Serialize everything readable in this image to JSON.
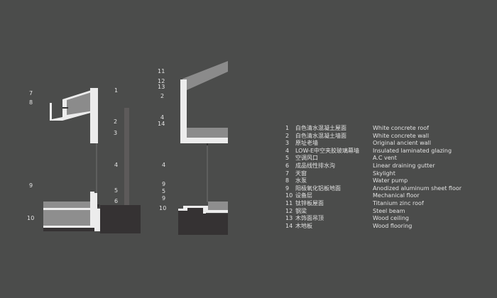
{
  "colors": {
    "background": "#4b4c4b",
    "wall_white": "#ececec",
    "fill_grey": "#8a8a8a",
    "ground_dark": "#353233",
    "ancient_wall": "#5d5a5a"
  },
  "left_section": {
    "callouts_left": [
      {
        "id": "7",
        "text": "7"
      },
      {
        "id": "8",
        "text": "8"
      },
      {
        "id": "9",
        "text": "9"
      },
      {
        "id": "10",
        "text": "10"
      }
    ],
    "callouts_right": [
      {
        "id": "1",
        "text": "1"
      },
      {
        "id": "2",
        "text": "2"
      },
      {
        "id": "3",
        "text": "3"
      },
      {
        "id": "4",
        "text": "4"
      },
      {
        "id": "5",
        "text": "5"
      },
      {
        "id": "6",
        "text": "6"
      }
    ]
  },
  "right_section": {
    "callouts": [
      {
        "id": "11",
        "text": "11"
      },
      {
        "id": "12",
        "text": "12"
      },
      {
        "id": "13",
        "text": "13"
      },
      {
        "id": "2",
        "text": "2"
      },
      {
        "id": "4a",
        "text": "4"
      },
      {
        "id": "14",
        "text": "14"
      },
      {
        "id": "4b",
        "text": "4"
      },
      {
        "id": "9a",
        "text": "9"
      },
      {
        "id": "5",
        "text": "5"
      },
      {
        "id": "9b",
        "text": "9"
      },
      {
        "id": "10",
        "text": "10"
      }
    ]
  },
  "legend": {
    "items": [
      {
        "num": "1",
        "zh": "白色清水混凝土屋面",
        "en": "White concrete roof"
      },
      {
        "num": "2",
        "zh": "白色清水混凝土墙面",
        "en": "White concrete wall"
      },
      {
        "num": "3",
        "zh": "原址老墙",
        "en": "Original ancient wall"
      },
      {
        "num": "4",
        "zh": "LOW-E中空夹胶玻璃幕墙",
        "en": "Insulated  laminated  glazing"
      },
      {
        "num": "5",
        "zh": "空调风口",
        "en": "A.C vent"
      },
      {
        "num": "6",
        "zh": "成品线性排水沟",
        "en": "Linear draining  gutter"
      },
      {
        "num": "7",
        "zh": "天窗",
        "en": "Skylight"
      },
      {
        "num": "8",
        "zh": "水泵",
        "en": "Water pump"
      },
      {
        "num": "9",
        "zh": "阳极氧化铝板地面",
        "en": "Anodized aluminum sheet floor"
      },
      {
        "num": "10",
        "zh": "设备层",
        "en": "Mechanical floor"
      },
      {
        "num": "11",
        "zh": "钛锌板屋面",
        "en": "Titanium zinc roof"
      },
      {
        "num": "12",
        "zh": "钢梁",
        "en": "Steel beam"
      },
      {
        "num": "13",
        "zh": "木饰面吊顶",
        "en": "Wood ceiling"
      },
      {
        "num": "14",
        "zh": "木地板",
        "en": "Wood flooring"
      }
    ]
  }
}
